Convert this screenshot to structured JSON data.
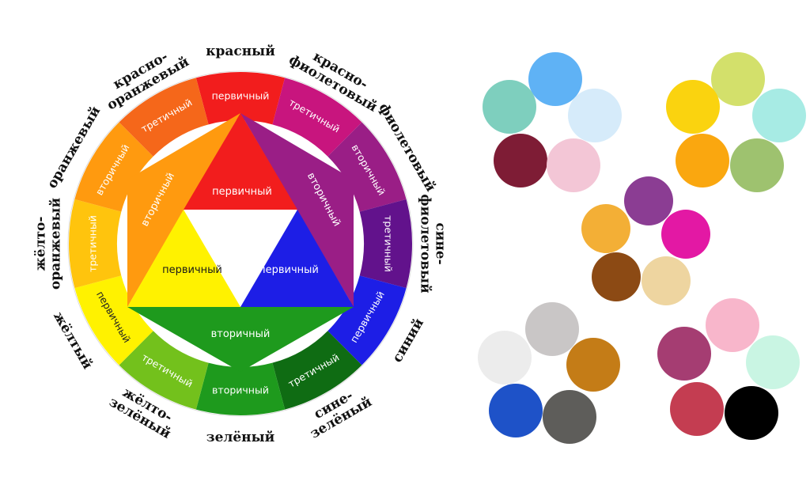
{
  "wheel": {
    "segments": [
      {
        "id": "red",
        "label": "первичный",
        "color": "#f21d1d",
        "name": [
          "красный"
        ]
      },
      {
        "id": "red-violet",
        "label": "третичный",
        "color": "#c8157e",
        "name": [
          "красно-",
          "фиолетовый"
        ]
      },
      {
        "id": "violet",
        "label": "вторичный",
        "color": "#9a1e86",
        "name": [
          "фиолетовый"
        ]
      },
      {
        "id": "blue-violet",
        "label": "третичный",
        "color": "#62128c",
        "name": [
          "сине-",
          "фиолетовый"
        ]
      },
      {
        "id": "blue",
        "label": "первичный",
        "color": "#1d1ee6",
        "name": [
          "синий"
        ]
      },
      {
        "id": "blue-green",
        "label": "третичный",
        "color": "#0f6c13",
        "name": [
          "сине-",
          "зелёный"
        ]
      },
      {
        "id": "green",
        "label": "вторичный",
        "color": "#1e9a1d",
        "name": [
          "зелёный"
        ]
      },
      {
        "id": "yellow-green",
        "label": "третичный",
        "color": "#73c11c",
        "name": [
          "жёлто-",
          "зелёный"
        ]
      },
      {
        "id": "yellow",
        "label": "первичный",
        "color": "#fff200",
        "name": [
          "жёлтый"
        ]
      },
      {
        "id": "yellow-orange",
        "label": "третичный",
        "color": "#ffc40d",
        "name": [
          "жёлто-",
          "оранжевый"
        ]
      },
      {
        "id": "orange",
        "label": "вторичный",
        "color": "#ff9a0f",
        "name": [
          "оранжевый"
        ]
      },
      {
        "id": "red-orange",
        "label": "третичный",
        "color": "#f5671a",
        "name": [
          "красно-",
          "оранжевый"
        ]
      }
    ],
    "inner": {
      "red_triangle": {
        "label": "первичный",
        "color": "#f21d1d"
      },
      "yellow_triangle": {
        "label": "первичный",
        "color": "#fff200"
      },
      "blue_triangle": {
        "label": "первичный",
        "color": "#1d1ee6"
      },
      "orange_triangle": {
        "label": "вторичный",
        "color": "#ff9a0f"
      },
      "violet_triangle": {
        "label": "вторичный",
        "color": "#9a1e86"
      },
      "green_triangle": {
        "label": "вторичный",
        "color": "#1e9a1d"
      }
    }
  },
  "palettes": [
    {
      "id": "palette-1",
      "colors": [
        "#5fb2f5",
        "#7ecfbe",
        "#d6ebfa",
        "#7e1c35",
        "#f3c6d6"
      ]
    },
    {
      "id": "palette-2",
      "colors": [
        "#d3e06b",
        "#fad30f",
        "#a7ebe4",
        "#faa70f",
        "#9ec26f"
      ]
    },
    {
      "id": "palette-3",
      "colors": [
        "#8b3d93",
        "#f3af36",
        "#e318a4",
        "#8c4a14",
        "#eed5a0"
      ]
    },
    {
      "id": "palette-4",
      "colors": [
        "#c9c6c6",
        "#ececec",
        "#c47c17",
        "#1e52c8",
        "#5e5d5a"
      ]
    },
    {
      "id": "palette-5",
      "colors": [
        "#f8b6cb",
        "#a53d72",
        "#c9f5e3",
        "#c43d51",
        "#000000"
      ]
    }
  ]
}
